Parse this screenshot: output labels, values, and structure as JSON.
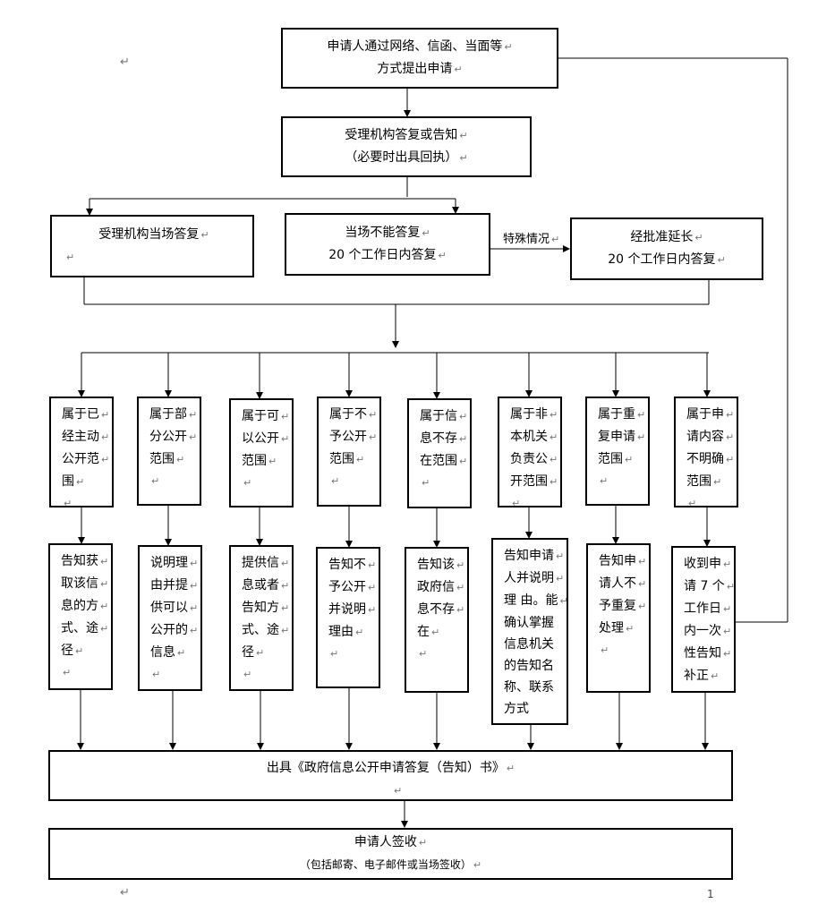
{
  "paragraph_mark": "↵",
  "top": {
    "line1": "申请人通过网络、信函、当面等",
    "line2": "方式提出申请"
  },
  "accept": {
    "line1": "受理机构答复或告知",
    "line2": "（必要时出具回执）"
  },
  "branch_left": {
    "text": "受理机构当场答复"
  },
  "branch_mid": {
    "line1": "当场不能答复",
    "line2": "20 个工作日内答复"
  },
  "special_label": "特殊情况",
  "branch_right": {
    "line1": "经批准延长",
    "line2": "20 个工作日内答复"
  },
  "categories": [
    {
      "lines": [
        "属于已",
        "经主动",
        "公开范",
        "围"
      ]
    },
    {
      "lines": [
        "属于部",
        "分公开",
        "范围"
      ]
    },
    {
      "lines": [
        "属于可",
        "以公开",
        "范围"
      ]
    },
    {
      "lines": [
        "属于不",
        "予公开",
        "范围"
      ]
    },
    {
      "lines": [
        "属于信",
        "息不存",
        "在范围"
      ]
    },
    {
      "lines": [
        "属于非",
        "本机关",
        "负责公",
        "开范围"
      ]
    },
    {
      "lines": [
        "属于重",
        "复申请",
        "范围"
      ]
    },
    {
      "lines": [
        "属于申",
        "请内容",
        "不明确",
        "范围"
      ]
    }
  ],
  "actions": [
    {
      "lines": [
        "告知获",
        "取该信",
        "息的方",
        "式、途",
        "径"
      ]
    },
    {
      "lines": [
        "说明理",
        "由并提",
        "供可以",
        "公开的",
        "信息"
      ]
    },
    {
      "lines": [
        "提供信",
        "息或者",
        "告知方",
        "式、途",
        "径"
      ]
    },
    {
      "lines": [
        "告知不",
        "予公开",
        "并说明",
        "理由"
      ]
    },
    {
      "lines": [
        "告知该",
        "政府信",
        "息不存",
        "在"
      ]
    },
    {
      "lines": [
        "告知申请",
        "人并说明",
        "理 由。能",
        "确认掌握",
        "信息机关",
        "的告知名",
        "称、联系",
        "方式"
      ]
    },
    {
      "lines": [
        "告知申",
        "请人不",
        "予重复",
        "处理"
      ]
    },
    {
      "lines": [
        "收到申",
        "请 7 个",
        "工作日",
        "内一次",
        "性告知",
        "补正"
      ]
    }
  ],
  "issue": {
    "text": "出具《政府信息公开申请答复（告知）书》"
  },
  "sign": {
    "line1": "申请人签收",
    "line2": "（包括邮寄、电子邮件或当场签收）"
  },
  "page_number": "1"
}
